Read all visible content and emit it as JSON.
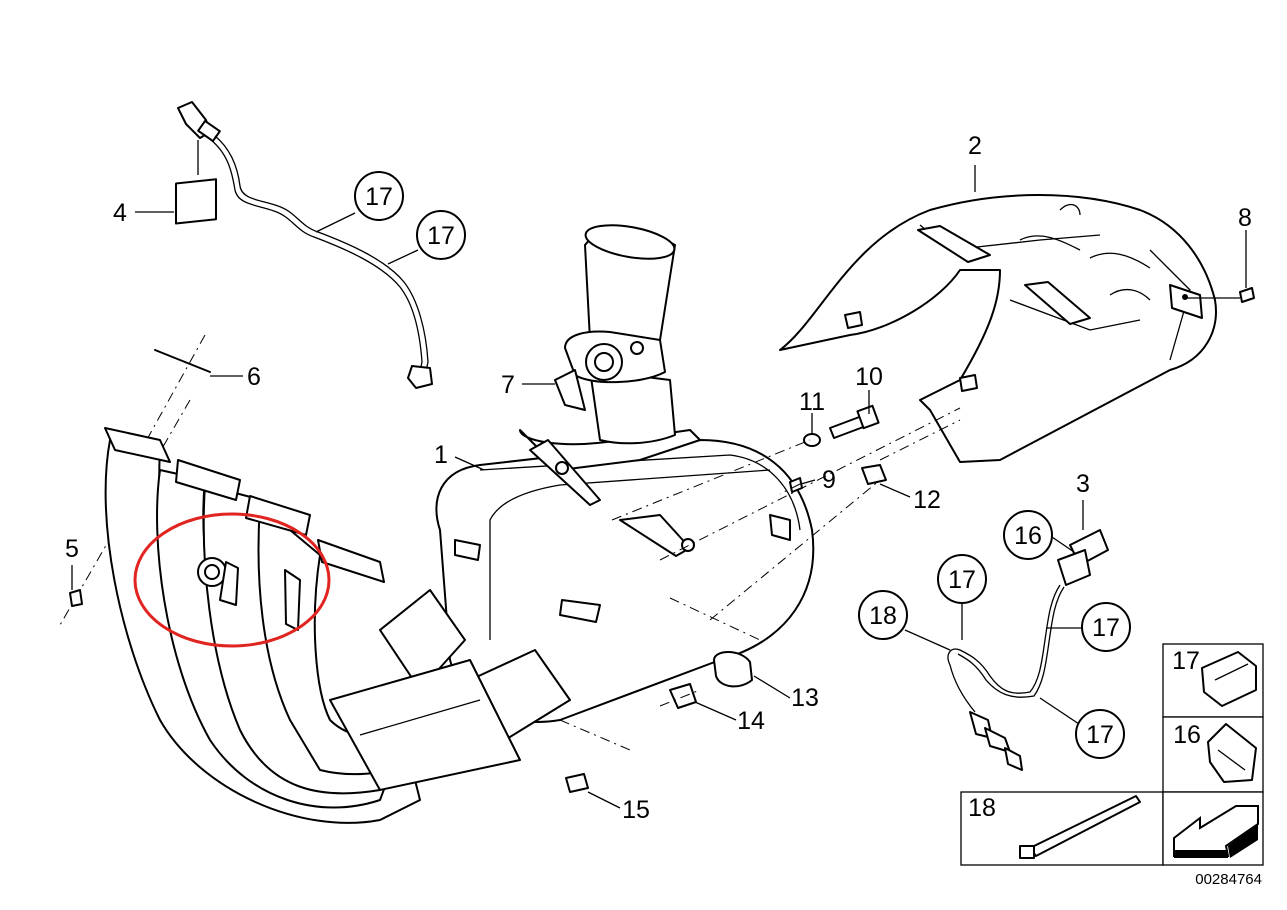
{
  "diagram": {
    "part_numbers": {
      "p1": "1",
      "p2": "2",
      "p3": "3",
      "p4": "4",
      "p5": "5",
      "p6": "6",
      "p7": "7",
      "p8": "8",
      "p9": "9",
      "p10": "10",
      "p11": "11",
      "p12": "12",
      "p13": "13",
      "p14": "14",
      "p15": "15",
      "c16": "16",
      "c17a": "17",
      "c17b": "17",
      "c17c": "17",
      "c17d": "17",
      "c17e": "17",
      "c18": "18"
    },
    "legend": {
      "clip17": "17",
      "clip16": "16",
      "strap18": "18"
    },
    "catalog_number": "00284764",
    "highlight_color": "#e0241f"
  }
}
